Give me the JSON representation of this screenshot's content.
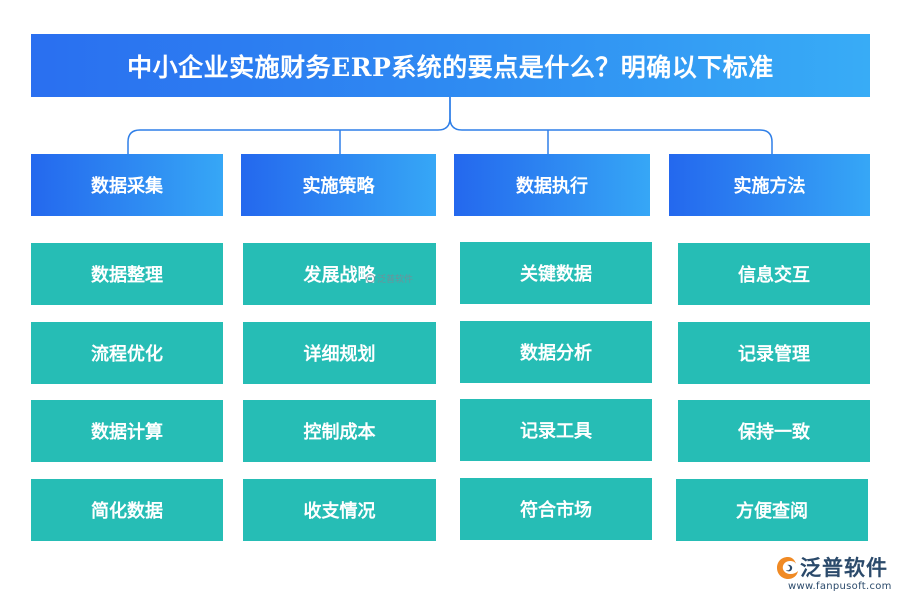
{
  "title": "中小企业实施财务ERP系统的要点是什么？明确以下标准",
  "columns": [
    {
      "header": "数据采集",
      "items": [
        "数据整理",
        "流程优化",
        "数据计算",
        "简化数据"
      ]
    },
    {
      "header": "实施策略",
      "items": [
        "发展战略",
        "详细规划",
        "控制成本",
        "收支情况"
      ]
    },
    {
      "header": "数据执行",
      "items": [
        "关键数据",
        "数据分析",
        "记录工具",
        "符合市场"
      ]
    },
    {
      "header": "实施方法",
      "items": [
        "信息交互",
        "记录管理",
        "保持一致",
        "方便查阅"
      ]
    }
  ],
  "watermark_small": "泛普软件",
  "logo": {
    "name": "泛普软件",
    "url": "www.fanpusoft.com"
  },
  "colors": {
    "title_gradient_start": "#2a6ff0",
    "title_gradient_end": "#38acf6",
    "item_teal": "#26bdb5",
    "connector_blue": "#2f7fe8",
    "logo_orange": "#f08a24",
    "logo_navy": "#2b4a6b"
  },
  "icons": {
    "logo_mark": "fanpu-swirl-icon"
  }
}
